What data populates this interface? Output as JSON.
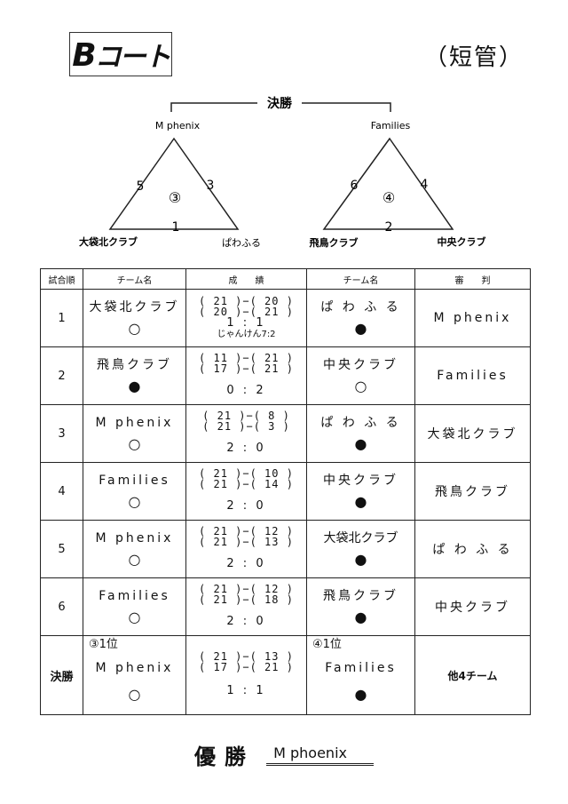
{
  "header": {
    "court_letter": "B",
    "court_rest": "コート",
    "tube_type": "（短管）"
  },
  "bracket": {
    "final_label": "決勝",
    "left": {
      "top": "M phenix",
      "bottom_left": "大袋北クラブ",
      "bottom_right": "ぱわふる",
      "edge_left": "5",
      "edge_right": "3",
      "edge_bottom": "1",
      "center": "③"
    },
    "right": {
      "top": "Families",
      "bottom_left": "飛鳥クラブ",
      "bottom_right": "中央クラブ",
      "edge_left": "6",
      "edge_right": "4",
      "edge_bottom": "2",
      "center": "④"
    }
  },
  "table": {
    "headers": [
      "試合順",
      "チーム名",
      "成　　績",
      "チーム名",
      "審　　判"
    ],
    "rows": [
      {
        "order": "1",
        "team_a": "大袋北クラブ",
        "mark_a": "○",
        "score1": "( 21 )−( 20 )",
        "score2": "( 20 )−( 21 )",
        "total": "1 : 1",
        "note": "じゃんけん7:2",
        "team_b": "ぱ わ ふ る",
        "mark_b": "●",
        "referee": "M phenix"
      },
      {
        "order": "2",
        "team_a": "飛鳥クラブ",
        "mark_a": "●",
        "score1": "( 11 )−( 21 )",
        "score2": "( 17 )−( 21 )",
        "total": "0 : 2",
        "note": "",
        "team_b": "中央クラブ",
        "mark_b": "○",
        "referee": "Families"
      },
      {
        "order": "3",
        "team_a": "M phenix",
        "mark_a": "○",
        "score1": "( 21 )−(  8 )",
        "score2": "( 21 )−(  3 )",
        "total": "2 : 0",
        "note": "",
        "team_b": "ぱ わ ふ る",
        "mark_b": "●",
        "referee": "大袋北クラブ"
      },
      {
        "order": "4",
        "team_a": "Families",
        "mark_a": "○",
        "score1": "( 21 )−( 10 )",
        "score2": "( 21 )−( 14 )",
        "total": "2 : 0",
        "note": "",
        "team_b": "中央クラブ",
        "mark_b": "●",
        "referee": "飛鳥クラブ"
      },
      {
        "order": "5",
        "team_a": "M phenix",
        "mark_a": "○",
        "score1": "( 21 )−( 12 )",
        "score2": "( 21 )−( 13 )",
        "total": "2 : 0",
        "note": "",
        "team_b": "大袋北クラブ",
        "mark_b": "●",
        "referee": "ぱ わ ふ る"
      },
      {
        "order": "6",
        "team_a": "Families",
        "mark_a": "○",
        "score1": "( 21 )−( 12 )",
        "score2": "( 21 )−( 18 )",
        "total": "2 : 0",
        "note": "",
        "team_b": "飛鳥クラブ",
        "mark_b": "●",
        "referee": "中央クラブ"
      }
    ],
    "final": {
      "order": "決勝",
      "place_a": "③1位",
      "team_a": "M phenix",
      "mark_a": "○",
      "score1": "( 21 )−( 13 )",
      "score2": "( 17 )−( 21 )",
      "total": "1 : 1",
      "place_b": "④1位",
      "team_b": "Families",
      "mark_b": "●",
      "referee": "他4チーム"
    }
  },
  "winner": {
    "label": "優勝",
    "name": "M phoenix"
  }
}
